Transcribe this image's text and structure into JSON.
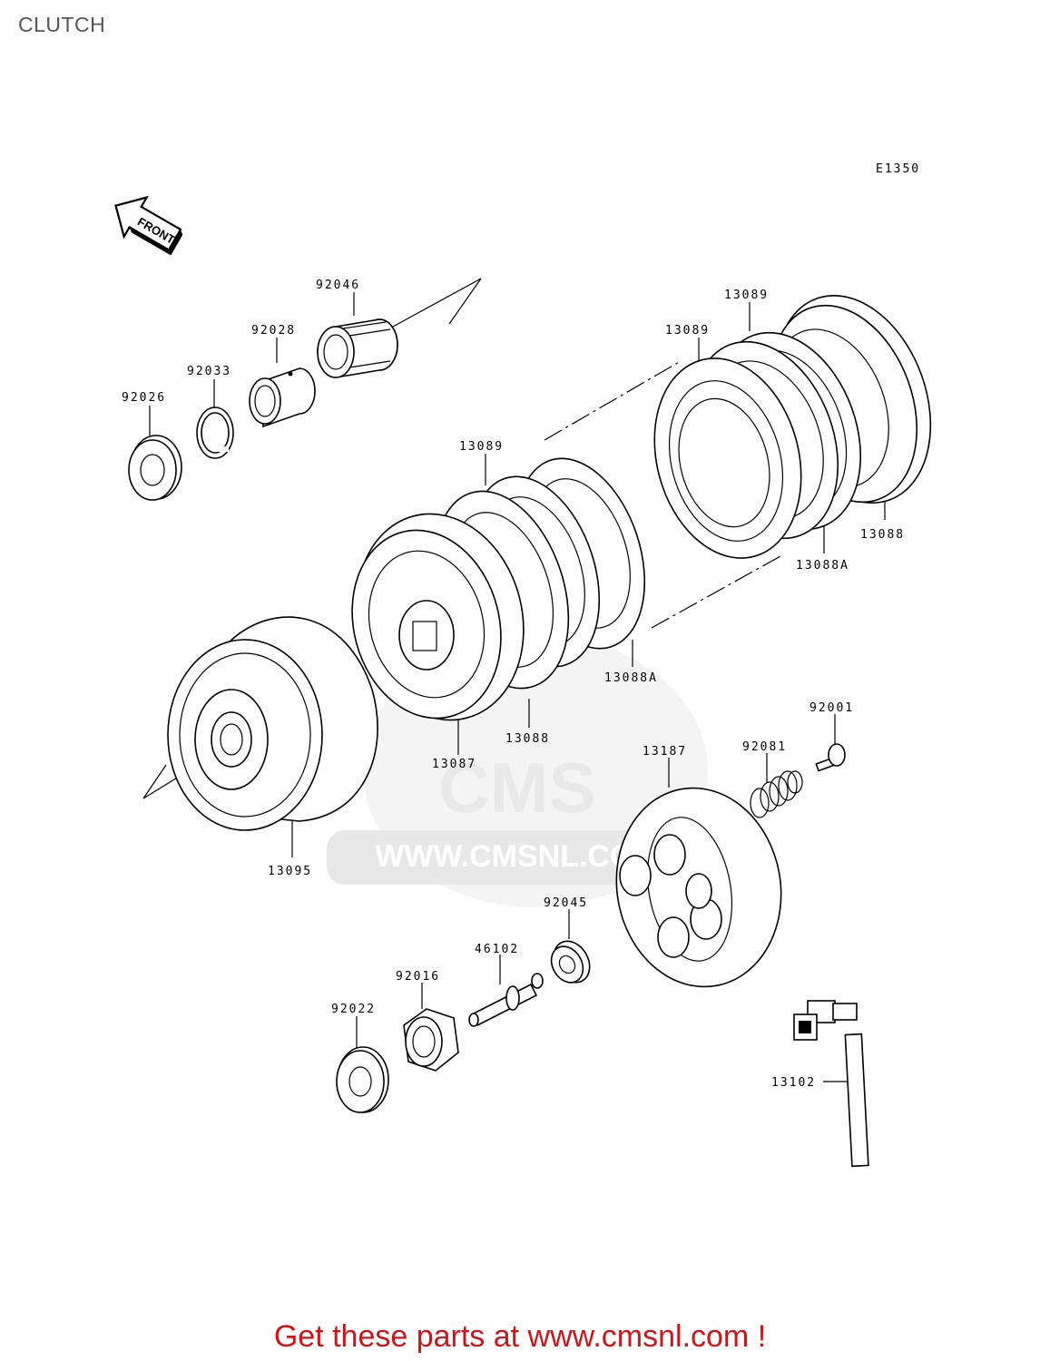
{
  "page": {
    "title": "CLUTCH",
    "footer": "Get these parts at www.cmsnl.com !",
    "diagram_code": "E1350",
    "front_label": "FRONT",
    "watermark": "WWW.CMSNL.COM",
    "footer_color": "#d0141c"
  },
  "parts": [
    {
      "id": "p92046",
      "number": "92046"
    },
    {
      "id": "p92028",
      "number": "92028"
    },
    {
      "id": "p92033",
      "number": "92033"
    },
    {
      "id": "p92026",
      "number": "92026"
    },
    {
      "id": "p13089a",
      "number": "13089"
    },
    {
      "id": "p13089b",
      "number": "13089"
    },
    {
      "id": "p13089c",
      "number": "13089"
    },
    {
      "id": "p13088a",
      "number": "13088"
    },
    {
      "id": "p13088Aa",
      "number": "13088A"
    },
    {
      "id": "p13088Ab",
      "number": "13088A"
    },
    {
      "id": "p13088b",
      "number": "13088"
    },
    {
      "id": "p13087",
      "number": "13087"
    },
    {
      "id": "p13095",
      "number": "13095"
    },
    {
      "id": "p92001",
      "number": "92001"
    },
    {
      "id": "p92081",
      "number": "92081"
    },
    {
      "id": "p13187",
      "number": "13187"
    },
    {
      "id": "p92045",
      "number": "92045"
    },
    {
      "id": "p46102",
      "number": "46102"
    },
    {
      "id": "p92016",
      "number": "92016"
    },
    {
      "id": "p92022",
      "number": "92022"
    },
    {
      "id": "p13102",
      "number": "13102"
    }
  ]
}
